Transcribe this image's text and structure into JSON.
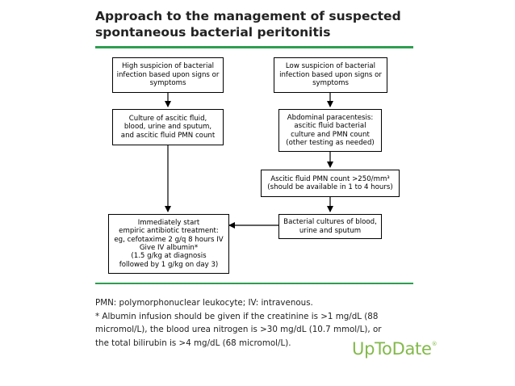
{
  "title": {
    "line1": "Approach to the management of suspected",
    "line2": "spontaneous bacterial peritonitis"
  },
  "flowchart": {
    "high_suspicion": [
      "High suspicion of bacterial",
      "infection based upon signs or",
      "symptoms"
    ],
    "low_suspicion": [
      "Low suspicion of bacterial",
      "infection based upon signs or",
      "symptoms"
    ],
    "culture": [
      "Culture of ascitic fluid,",
      "blood, urine and sputum,",
      "and ascitic fluid PMN count"
    ],
    "paracentesis": [
      "Abdominal paracentesis:",
      "ascitic fluid bacterial",
      "culture and PMN count",
      "(other testing as needed)"
    ],
    "pmn_count": [
      "Ascitic fluid PMN count >250/mm³",
      "(should be available in 1 to 4 hours)"
    ],
    "treatment": [
      "Immediately start",
      "empiric antibiotic treatment:",
      "eg, cefotaxime 2 g/q 8 hours IV",
      "Give IV albumin*",
      "(1.5 g/kg at diagnosis",
      "followed by 1 g/kg on day 3)"
    ],
    "bacterial_cultures": [
      "Bacterial cultures of blood,",
      "urine and sputum"
    ]
  },
  "footnotes": [
    "PMN: polymorphonuclear leukocyte; IV: intravenous.",
    "* Albumin infusion should be given if the creatinine is >1 mg/dL (88",
    "micromol/L), the blood urea nitrogen is >30 mg/dL (10.7 mmol/L), or",
    "the total bilirubin is >4 mg/dL (68 micromol/L)."
  ],
  "brand": {
    "name": "UpToDate",
    "mark": "®",
    "color": "#83b94a"
  },
  "colors": {
    "rule": "#2e9e50"
  }
}
